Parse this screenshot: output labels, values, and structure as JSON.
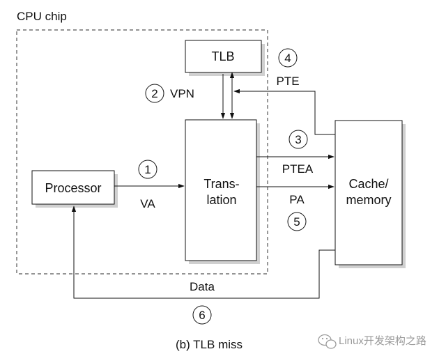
{
  "container": {
    "label": "CPU chip"
  },
  "blocks": {
    "processor": "Processor",
    "tlb": "TLB",
    "translation_line1": "Trans-",
    "translation_line2": "lation",
    "cache_line1": "Cache/",
    "cache_line2": "memory"
  },
  "steps": [
    {
      "num": "1",
      "label": "VA"
    },
    {
      "num": "2",
      "label": "VPN"
    },
    {
      "num": "3",
      "label": "PTEA"
    },
    {
      "num": "4",
      "label": "PTE"
    },
    {
      "num": "5",
      "label": "PA"
    },
    {
      "num": "6",
      "label": "Data"
    }
  ],
  "caption": "(b) TLB miss",
  "watermark": "Linux开发架构之路",
  "colors": {
    "line": "#111111",
    "box_shadow": "#cfcfcf",
    "dashed_border": "#555555",
    "watermark": "#9a9a9a"
  }
}
